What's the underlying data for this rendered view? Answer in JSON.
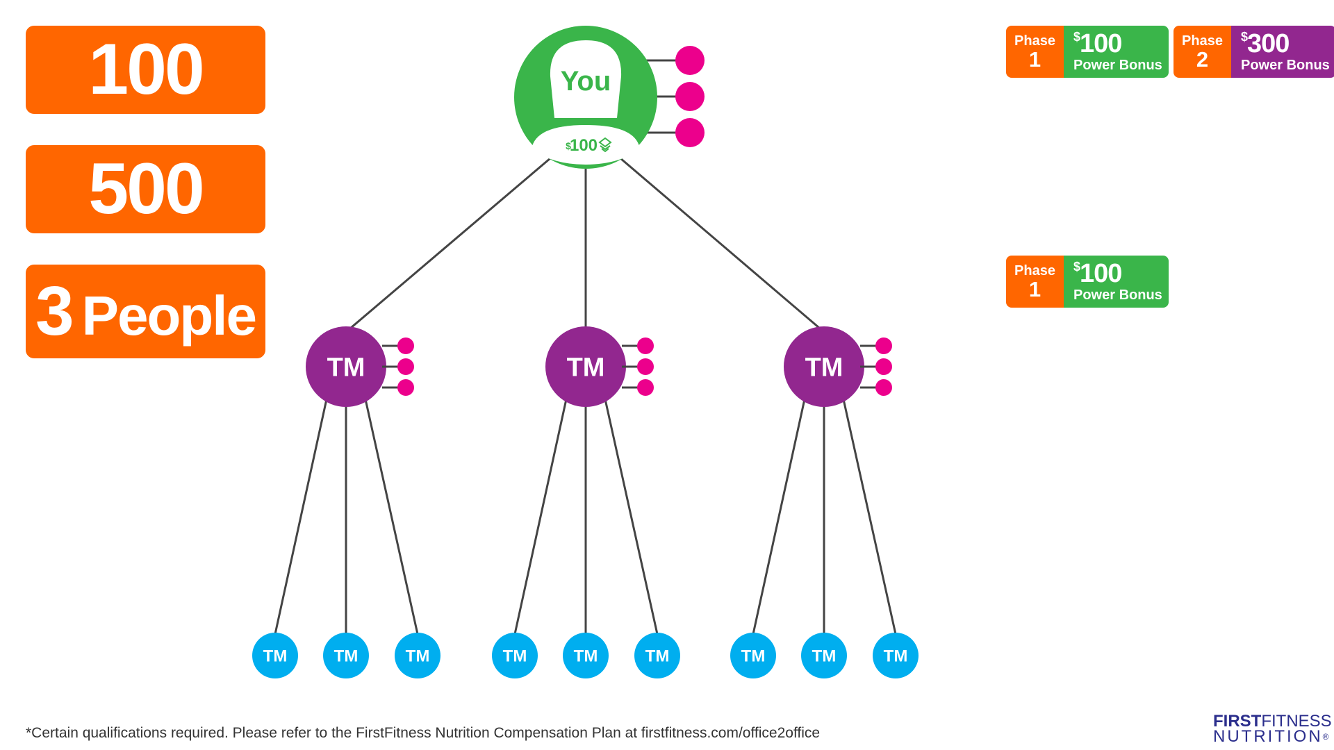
{
  "stats": [
    {
      "value": "100"
    },
    {
      "value": "500"
    },
    {
      "number": "3",
      "word": "People"
    }
  ],
  "root": {
    "label": "You",
    "amount_symbol": "$",
    "amount": "100"
  },
  "node_label": "TM",
  "badges": [
    {
      "phase_word": "Phase",
      "phase_num": "1",
      "currency": "$",
      "amount": "100",
      "label": "Power Bonus",
      "color": "#3ab54a"
    },
    {
      "phase_word": "Phase",
      "phase_num": "2",
      "currency": "$",
      "amount": "300",
      "label": "Power Bonus",
      "color": "#92278f"
    },
    {
      "phase_word": "Phase",
      "phase_num": "1",
      "currency": "$",
      "amount": "100",
      "label": "Power Bonus",
      "color": "#3ab54a"
    }
  ],
  "footnote": "*Certain qualifications required. Please refer to the FirstFitness Nutrition Compensation Plan at firstfitness.com/office2office",
  "logo": {
    "first": "FIRST",
    "fitness": "FITNESS",
    "nutrition": "NUTRITION",
    "mark": "®"
  },
  "colors": {
    "orange": "#ff6600",
    "green": "#3ab54a",
    "purple": "#92278f",
    "magenta": "#ec008c",
    "blue": "#00aeef",
    "line": "#444444"
  }
}
